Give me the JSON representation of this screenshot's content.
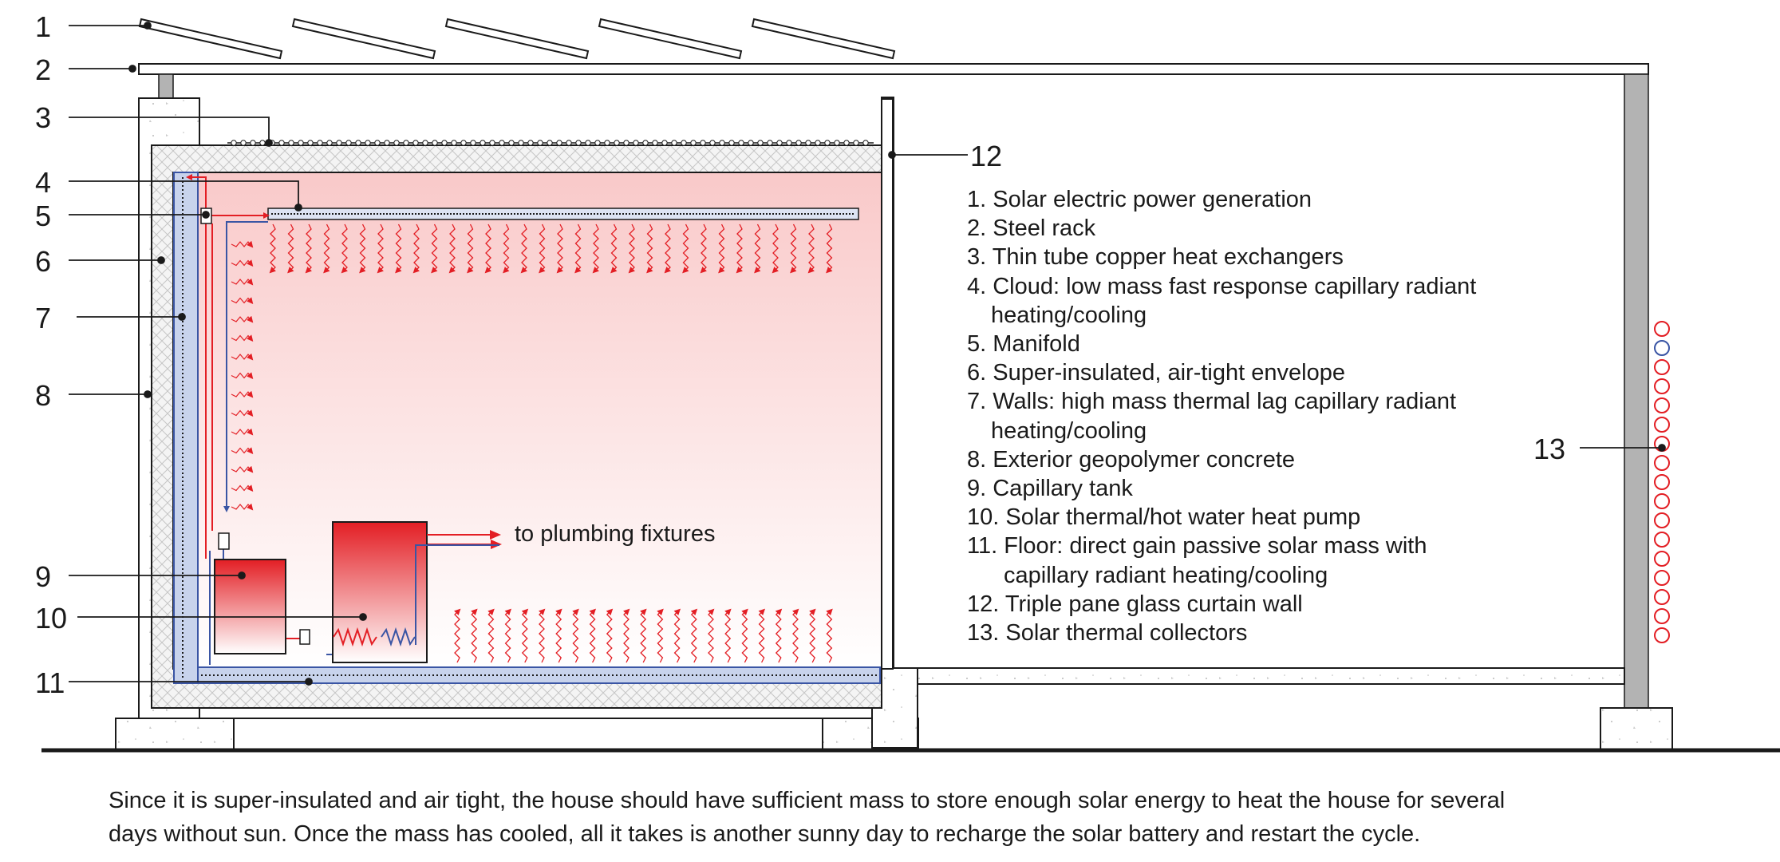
{
  "callouts": [
    "1",
    "2",
    "3",
    "4",
    "5",
    "6",
    "7",
    "8",
    "9",
    "10",
    "11",
    "12",
    "13"
  ],
  "legend": [
    {
      "lines": [
        "1. Solar electric power generation"
      ]
    },
    {
      "lines": [
        "2. Steel rack"
      ]
    },
    {
      "lines": [
        "3. Thin tube copper heat exchangers"
      ]
    },
    {
      "lines": [
        "4. Cloud: low mass fast response capillary radiant",
        "heating/cooling"
      ]
    },
    {
      "lines": [
        "5. Manifold"
      ]
    },
    {
      "lines": [
        "6. Super-insulated, air-tight envelope"
      ]
    },
    {
      "lines": [
        "7. Walls: high mass thermal lag capillary radiant",
        "heating/cooling"
      ]
    },
    {
      "lines": [
        "8. Exterior geopolymer concrete"
      ]
    },
    {
      "lines": [
        "9. Capillary tank"
      ]
    },
    {
      "lines": [
        "10. Solar thermal/hot water heat pump"
      ]
    },
    {
      "lines": [
        "11. Floor: direct gain passive solar mass with",
        "capillary radiant heating/cooling"
      ]
    },
    {
      "lines": [
        "12. Triple pane glass curtain wall"
      ]
    },
    {
      "lines": [
        "13. Solar thermal collectors"
      ]
    }
  ],
  "plumbing_label": "to plumbing fixtures",
  "caption": {
    "line1": "Since it is super-insulated and air tight, the house should have sufficient mass to store enough solar energy to heat the house for several",
    "line2": "days without sun. Once the mass has cooled, all it takes is another sunny day to recharge the solar battery and restart the cycle."
  },
  "colors": {
    "hot": "#e31e24",
    "cold": "#3a55a4",
    "wall_blue": "#c8d3ec",
    "steel": "#b3b3b3",
    "line": "#1a1a1a"
  }
}
